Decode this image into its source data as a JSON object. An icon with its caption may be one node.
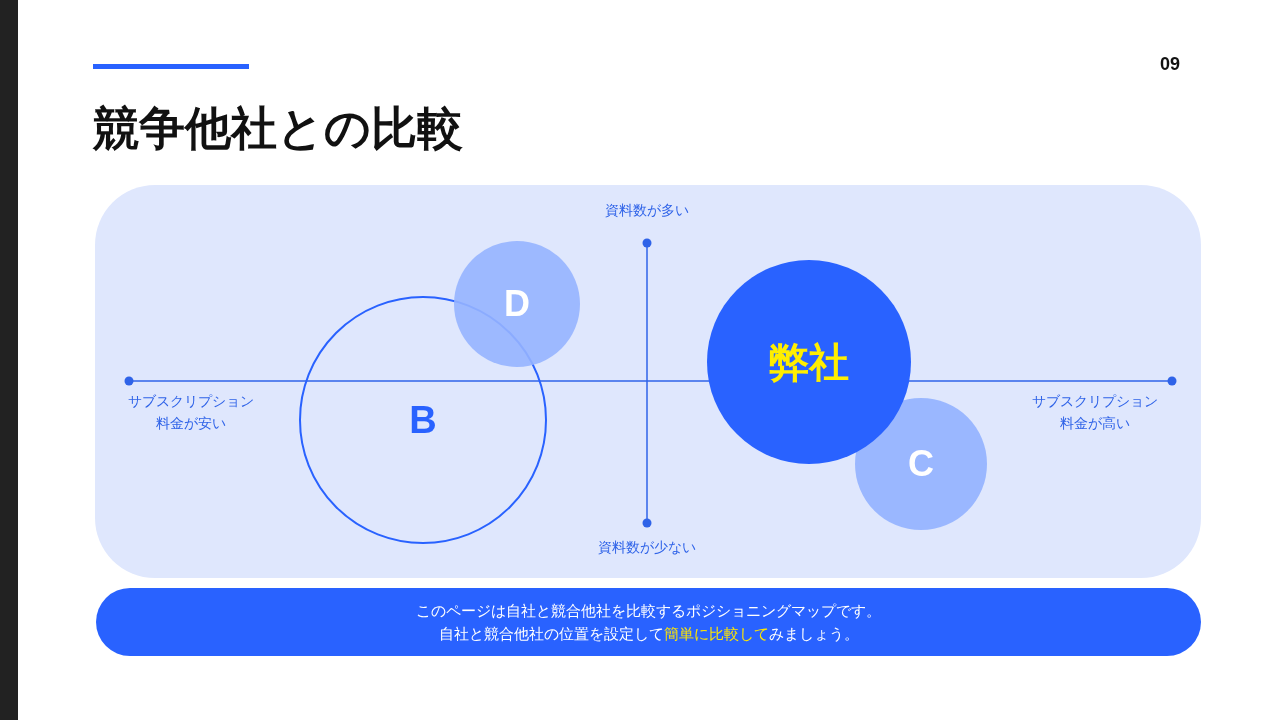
{
  "diagram": {
    "title": "競争他社との比較",
    "nodes": [
      {
        "text": [
          "D"
        ]
      },
      {
        "text": [
          "弊社"
        ]
      },
      {
        "text": [
          "B"
        ]
      },
      {
        "text": [
          "C"
        ]
      },
      {
        "text": [],
        "shape": "bar"
      },
      {
        "text": [
          "このページは自社と競合他社を比較するポジショニングマップです。自社と競合他社の位置を設定して**簡単に比較して**みましょう。"
        ]
      }
    ],
    "edges": [],
    "labels": [
      "09",
      "資料数が多い",
      "サブスクリプション料金が安い",
      "サブスクリプション料金が高い",
      "資料数が少ない"
    ]
  }
}
